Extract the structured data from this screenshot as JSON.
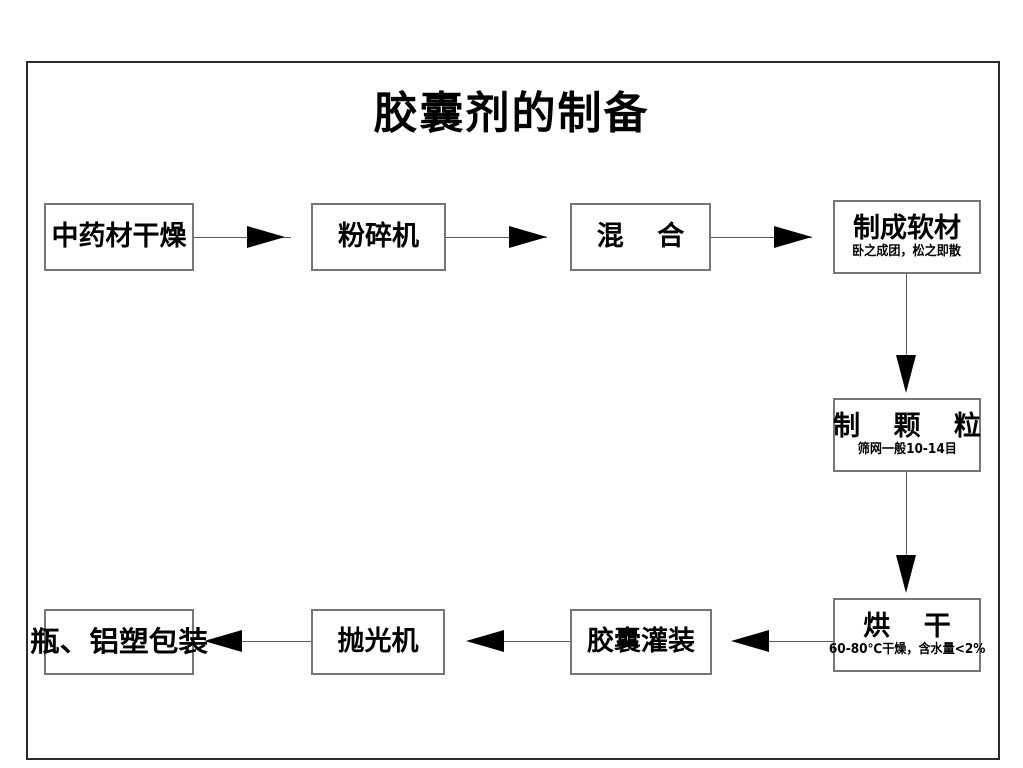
{
  "diagram": {
    "title": "胶囊剂的制备",
    "frame_color": "#2b2b2b",
    "box_border_color": "#767676",
    "line_color": "#5a5a5a",
    "arrow_color": "#000000",
    "background": "#ffffff"
  },
  "nodes": {
    "dry": {
      "title": "中药材干燥",
      "sub": ""
    },
    "pulverizer": {
      "title": "粉碎机",
      "sub": ""
    },
    "mix": {
      "title": "混  合",
      "sub": ""
    },
    "softmass": {
      "title": "制成软材",
      "sub": "卧之成团，松之即散"
    },
    "granulate": {
      "title": "制 颗 粒",
      "sub": "筛网一般10-14目"
    },
    "ovendry": {
      "title": "烘  干",
      "sub": "60-80℃干燥，含水量<2%"
    },
    "fill": {
      "title": "胶囊灌装",
      "sub": ""
    },
    "polish": {
      "title": "抛光机",
      "sub": ""
    },
    "package": {
      "title": "瓶、铝塑包装",
      "sub": ""
    }
  },
  "flow": [
    {
      "from": "dry",
      "to": "pulverizer",
      "direction": "right"
    },
    {
      "from": "pulverizer",
      "to": "mix",
      "direction": "right"
    },
    {
      "from": "mix",
      "to": "softmass",
      "direction": "right"
    },
    {
      "from": "softmass",
      "to": "granulate",
      "direction": "down"
    },
    {
      "from": "granulate",
      "to": "ovendry",
      "direction": "down"
    },
    {
      "from": "ovendry",
      "to": "fill",
      "direction": "left"
    },
    {
      "from": "fill",
      "to": "polish",
      "direction": "left"
    },
    {
      "from": "polish",
      "to": "package",
      "direction": "left"
    }
  ]
}
